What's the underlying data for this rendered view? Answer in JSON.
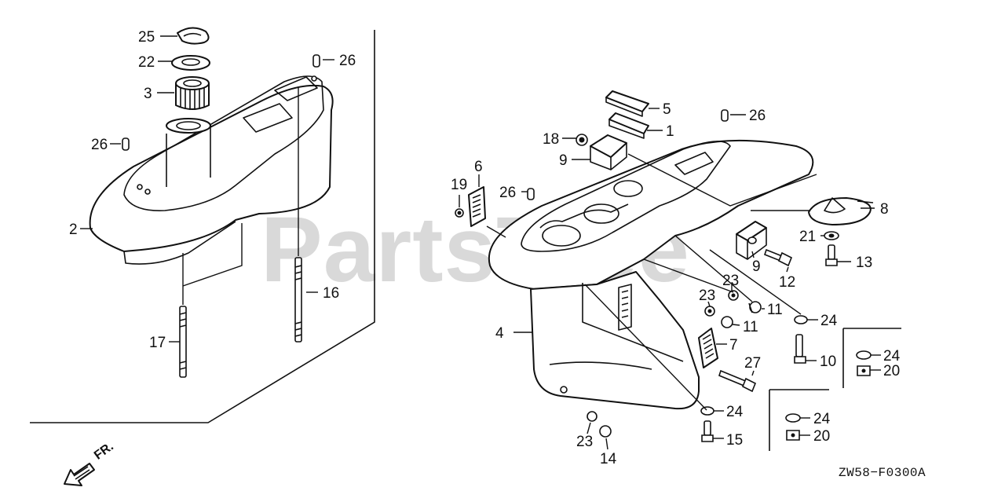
{
  "watermark": "PartsTree",
  "diagram_code": "ZW58−F0300A",
  "front_label": "FR.",
  "callouts": {
    "c25": "25",
    "c22": "22",
    "c3": "3",
    "c26a": "26",
    "c26b": "26",
    "c2": "2",
    "c16": "16",
    "c17": "17",
    "c5": "5",
    "c1": "1",
    "c26c": "26",
    "c18": "18",
    "c9a": "9",
    "c6": "6",
    "c19": "19",
    "c26d": "26",
    "c8": "8",
    "c21": "21",
    "c13": "13",
    "c9b": "9",
    "c12": "12",
    "c23a": "23",
    "c23b": "23",
    "c11a": "11",
    "c11b": "11",
    "c24a": "24",
    "c4": "4",
    "c7": "7",
    "c24b": "24",
    "c20a": "20",
    "c10": "10",
    "c27": "27",
    "c24c": "24",
    "c24d": "24",
    "c20b": "20",
    "c15": "15",
    "c23c": "23",
    "c14": "14"
  }
}
